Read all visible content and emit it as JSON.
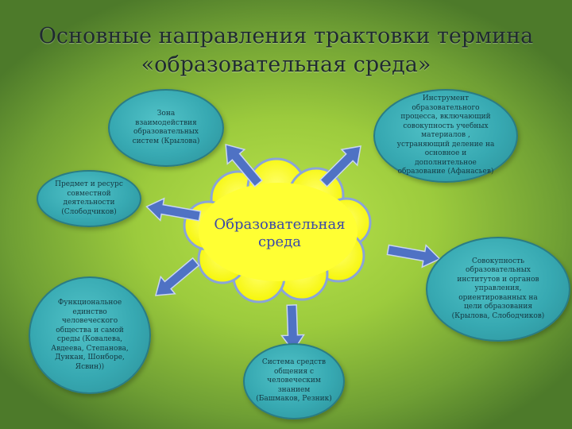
{
  "title": "Основные направления трактовки термина «образовательная среда»",
  "center": {
    "label": "Образовательная среда"
  },
  "nodes": {
    "top_left": "Зона взаимодействия образовательных систем (Крылова)",
    "top_right": "Инструмент образовательного процесса, включающий совокупность учебных материалов , устраняющий деление на основное и дополнительное образование (Афанасьев)",
    "left": "Предмет и ресурс совместной деятельности (Слободчиков)",
    "right": "Совокупность образовательных институтов и органов управления, ориентированных на цели образования (Крылова, Слободчиков)",
    "bottom_left": "Функциональное единство человеческого общества и самой среды (Ковалева, Авдеева, Степанова, Дункан, Шонборе, Ясвин))",
    "bottom": "Система средств общения с человеческим знанием (Башмаков, Резник)"
  },
  "colors": {
    "node_fill": "#3aaeb6",
    "node_border": "#2a7c84",
    "cloud_fill": "#ffff00",
    "cloud_stroke": "#8aa4d8",
    "arrow_fill": "#4f72c4",
    "arrow_stroke": "#c9d6f2"
  }
}
